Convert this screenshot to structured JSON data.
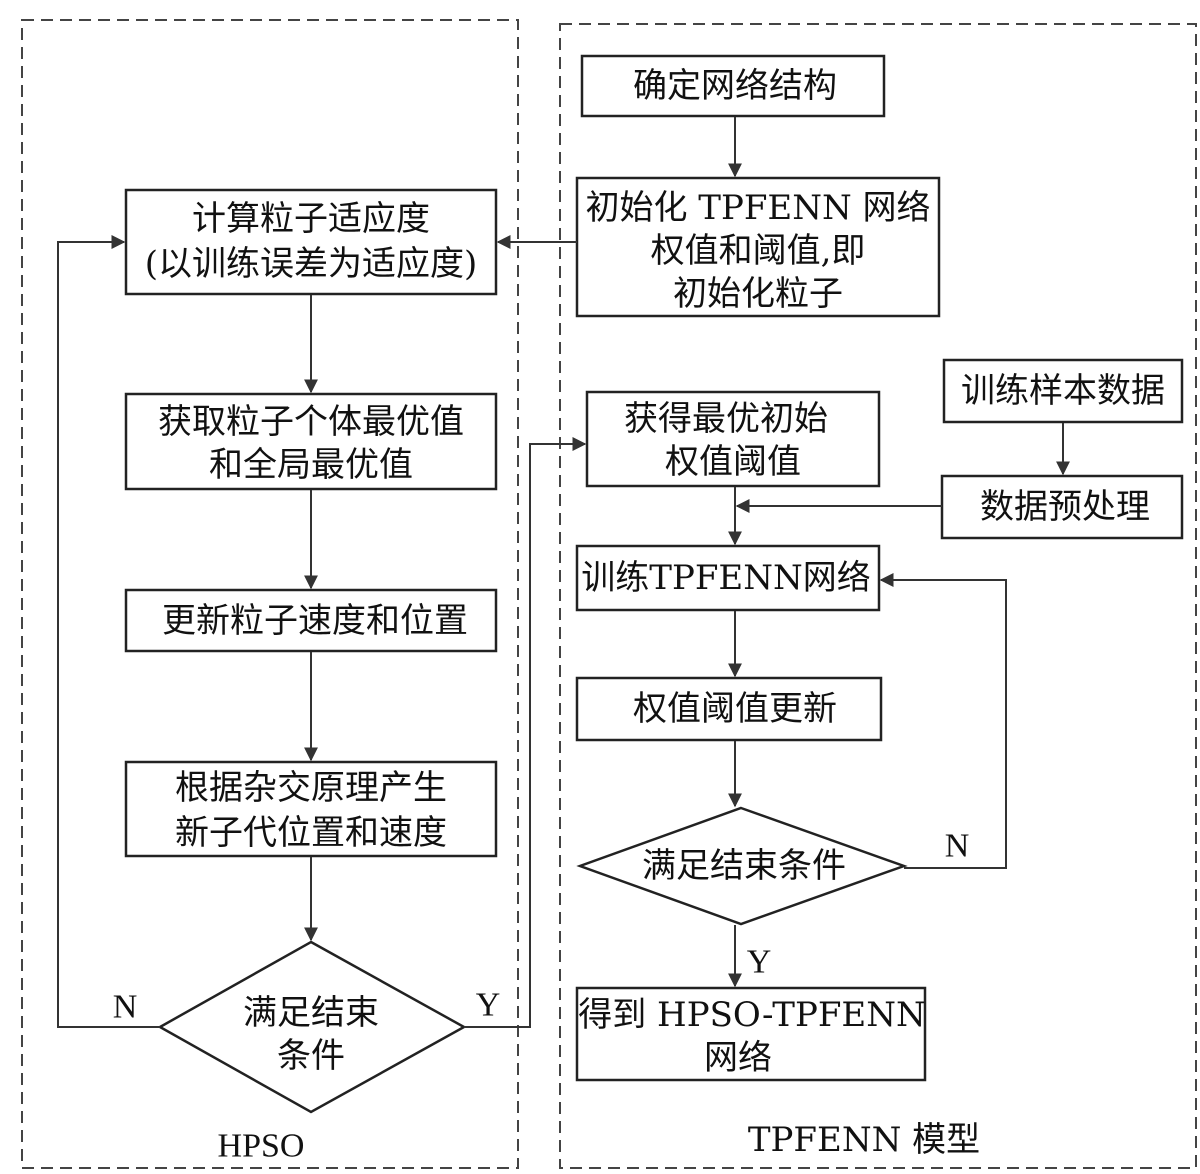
{
  "regions": {
    "hpso": "HPSO",
    "tpfenn": "TPFENN 模型"
  },
  "nodes": {
    "compute_fitness": [
      "计算粒子适应度",
      "(以训练误差为适应度)"
    ],
    "get_best": [
      "获取粒子个体最优值",
      "和全局最优值"
    ],
    "update_particles": [
      "更新粒子速度和位置"
    ],
    "crossover": [
      "根据杂交原理产生",
      "新子代位置和速度"
    ],
    "hpso_condition": [
      "满足结束",
      "条件"
    ],
    "define_network": [
      "确定网络结构"
    ],
    "init_network": [
      "初始化 TPFENN 网络",
      "权值和阈值,即",
      "初始化粒子"
    ],
    "train_samples": [
      "训练样本数据"
    ],
    "optimal_init": [
      "获得最优初始",
      "权值阈值"
    ],
    "preprocess": [
      "数据预处理"
    ],
    "train_network": [
      "训练TPFENN网络"
    ],
    "update_weights": [
      "权值阈值更新"
    ],
    "tpfenn_condition": [
      "满足结束条件"
    ],
    "result": [
      "得到 HPSO-TPFENN",
      "网络"
    ]
  },
  "edge_labels": {
    "hpso_no": "N",
    "hpso_yes": "Y",
    "tpfenn_no": "N",
    "tpfenn_yes": "Y"
  }
}
